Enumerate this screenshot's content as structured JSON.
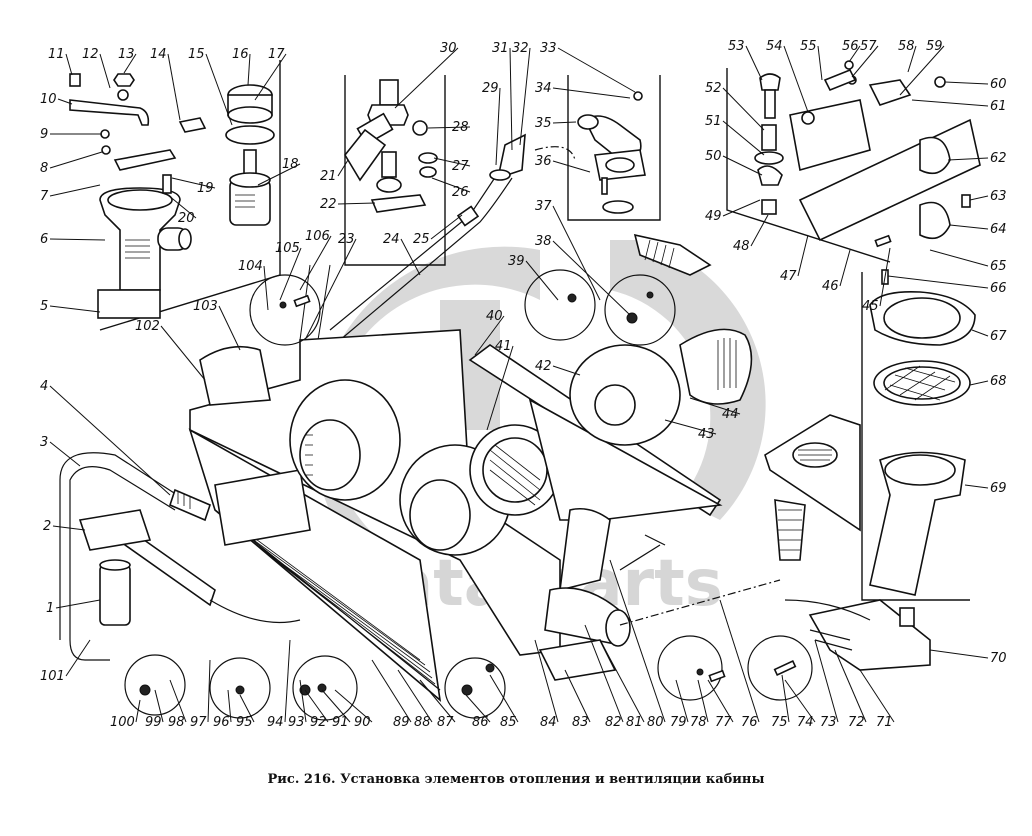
{
  "figure": {
    "caption": "Рис. 216. Установка элементов отопления и вентиляции кабины",
    "watermark_text": "ata-parts",
    "colors": {
      "ink": "#111111",
      "watermark": "#d9d9d9",
      "background": "#ffffff"
    }
  },
  "callouts": [
    {
      "n": "1"
    },
    {
      "n": "2"
    },
    {
      "n": "3"
    },
    {
      "n": "4"
    },
    {
      "n": "5"
    },
    {
      "n": "6"
    },
    {
      "n": "7"
    },
    {
      "n": "8"
    },
    {
      "n": "9"
    },
    {
      "n": "10"
    },
    {
      "n": "11"
    },
    {
      "n": "12"
    },
    {
      "n": "13"
    },
    {
      "n": "14"
    },
    {
      "n": "15"
    },
    {
      "n": "16"
    },
    {
      "n": "17"
    },
    {
      "n": "18"
    },
    {
      "n": "19"
    },
    {
      "n": "20"
    },
    {
      "n": "21"
    },
    {
      "n": "22"
    },
    {
      "n": "23"
    },
    {
      "n": "24"
    },
    {
      "n": "25"
    },
    {
      "n": "26"
    },
    {
      "n": "27"
    },
    {
      "n": "28"
    },
    {
      "n": "29"
    },
    {
      "n": "30"
    },
    {
      "n": "31"
    },
    {
      "n": "32"
    },
    {
      "n": "33"
    },
    {
      "n": "34"
    },
    {
      "n": "35"
    },
    {
      "n": "36"
    },
    {
      "n": "37"
    },
    {
      "n": "38"
    },
    {
      "n": "39"
    },
    {
      "n": "40"
    },
    {
      "n": "41"
    },
    {
      "n": "42"
    },
    {
      "n": "43"
    },
    {
      "n": "44"
    },
    {
      "n": "45"
    },
    {
      "n": "46"
    },
    {
      "n": "47"
    },
    {
      "n": "48"
    },
    {
      "n": "49"
    },
    {
      "n": "50"
    },
    {
      "n": "51"
    },
    {
      "n": "52"
    },
    {
      "n": "53"
    },
    {
      "n": "54"
    },
    {
      "n": "55"
    },
    {
      "n": "56"
    },
    {
      "n": "57"
    },
    {
      "n": "58"
    },
    {
      "n": "59"
    },
    {
      "n": "60"
    },
    {
      "n": "61"
    },
    {
      "n": "62"
    },
    {
      "n": "63"
    },
    {
      "n": "64"
    },
    {
      "n": "65"
    },
    {
      "n": "66"
    },
    {
      "n": "67"
    },
    {
      "n": "68"
    },
    {
      "n": "69"
    },
    {
      "n": "70"
    },
    {
      "n": "71"
    },
    {
      "n": "72"
    },
    {
      "n": "73"
    },
    {
      "n": "74"
    },
    {
      "n": "75"
    },
    {
      "n": "76"
    },
    {
      "n": "77"
    },
    {
      "n": "78"
    },
    {
      "n": "79"
    },
    {
      "n": "80"
    },
    {
      "n": "81"
    },
    {
      "n": "82"
    },
    {
      "n": "83"
    },
    {
      "n": "84"
    },
    {
      "n": "85"
    },
    {
      "n": "86"
    },
    {
      "n": "87"
    },
    {
      "n": "88"
    },
    {
      "n": "89"
    },
    {
      "n": "90"
    },
    {
      "n": "91"
    },
    {
      "n": "92"
    },
    {
      "n": "93"
    },
    {
      "n": "94"
    },
    {
      "n": "95"
    },
    {
      "n": "96"
    },
    {
      "n": "97"
    },
    {
      "n": "98"
    },
    {
      "n": "99"
    },
    {
      "n": "100"
    },
    {
      "n": "101"
    },
    {
      "n": "102"
    },
    {
      "n": "103"
    },
    {
      "n": "104"
    },
    {
      "n": "105"
    },
    {
      "n": "106"
    }
  ]
}
